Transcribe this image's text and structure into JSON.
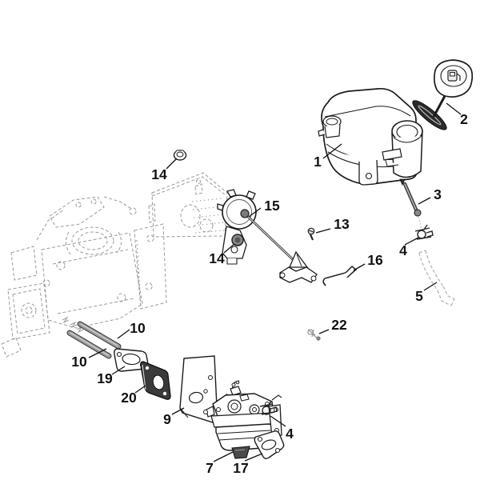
{
  "diagram": {
    "type": "exploded-parts-diagram",
    "description": "Engine fuel system exploded view: fuel tank, cap, hoses, control linkage, gaskets and carburetor; engine block and muffler shown dashed as reference",
    "background": "#ffffff",
    "colors": {
      "line": "#1c1c1c",
      "reference_dashed": "#9a9a9a",
      "light_reference_dashed": "#b5b5b5",
      "dark_fill": "#2f2f2f",
      "stud_fill": "#8c8c8c"
    },
    "callouts": [
      {
        "label": "1",
        "part": "fuel-tank"
      },
      {
        "label": "2",
        "part": "fuel-cap-with-tether"
      },
      {
        "label": "3",
        "part": "bolt"
      },
      {
        "label": "4",
        "part": "hose-clamp-upper"
      },
      {
        "label": "5",
        "part": "fuel-hose"
      },
      {
        "label": "7",
        "part": "carburetor"
      },
      {
        "label": "9",
        "part": "heat-shield-plate"
      },
      {
        "label": "10",
        "part": "stud-upper"
      },
      {
        "label": "10",
        "part": "stud-lower"
      },
      {
        "label": "13",
        "part": "screw"
      },
      {
        "label": "14",
        "part": "nut-upper"
      },
      {
        "label": "14",
        "part": "nut-lower"
      },
      {
        "label": "15",
        "part": "control-lever-assembly"
      },
      {
        "label": "16",
        "part": "throttle-link"
      },
      {
        "label": "17",
        "part": "carburetor-gasket"
      },
      {
        "label": "19",
        "part": "intake-gasket"
      },
      {
        "label": "20",
        "part": "insulator-spacer"
      },
      {
        "label": "22",
        "part": "clip"
      },
      {
        "label": "4",
        "part": "hose-clamp-lower"
      }
    ]
  }
}
